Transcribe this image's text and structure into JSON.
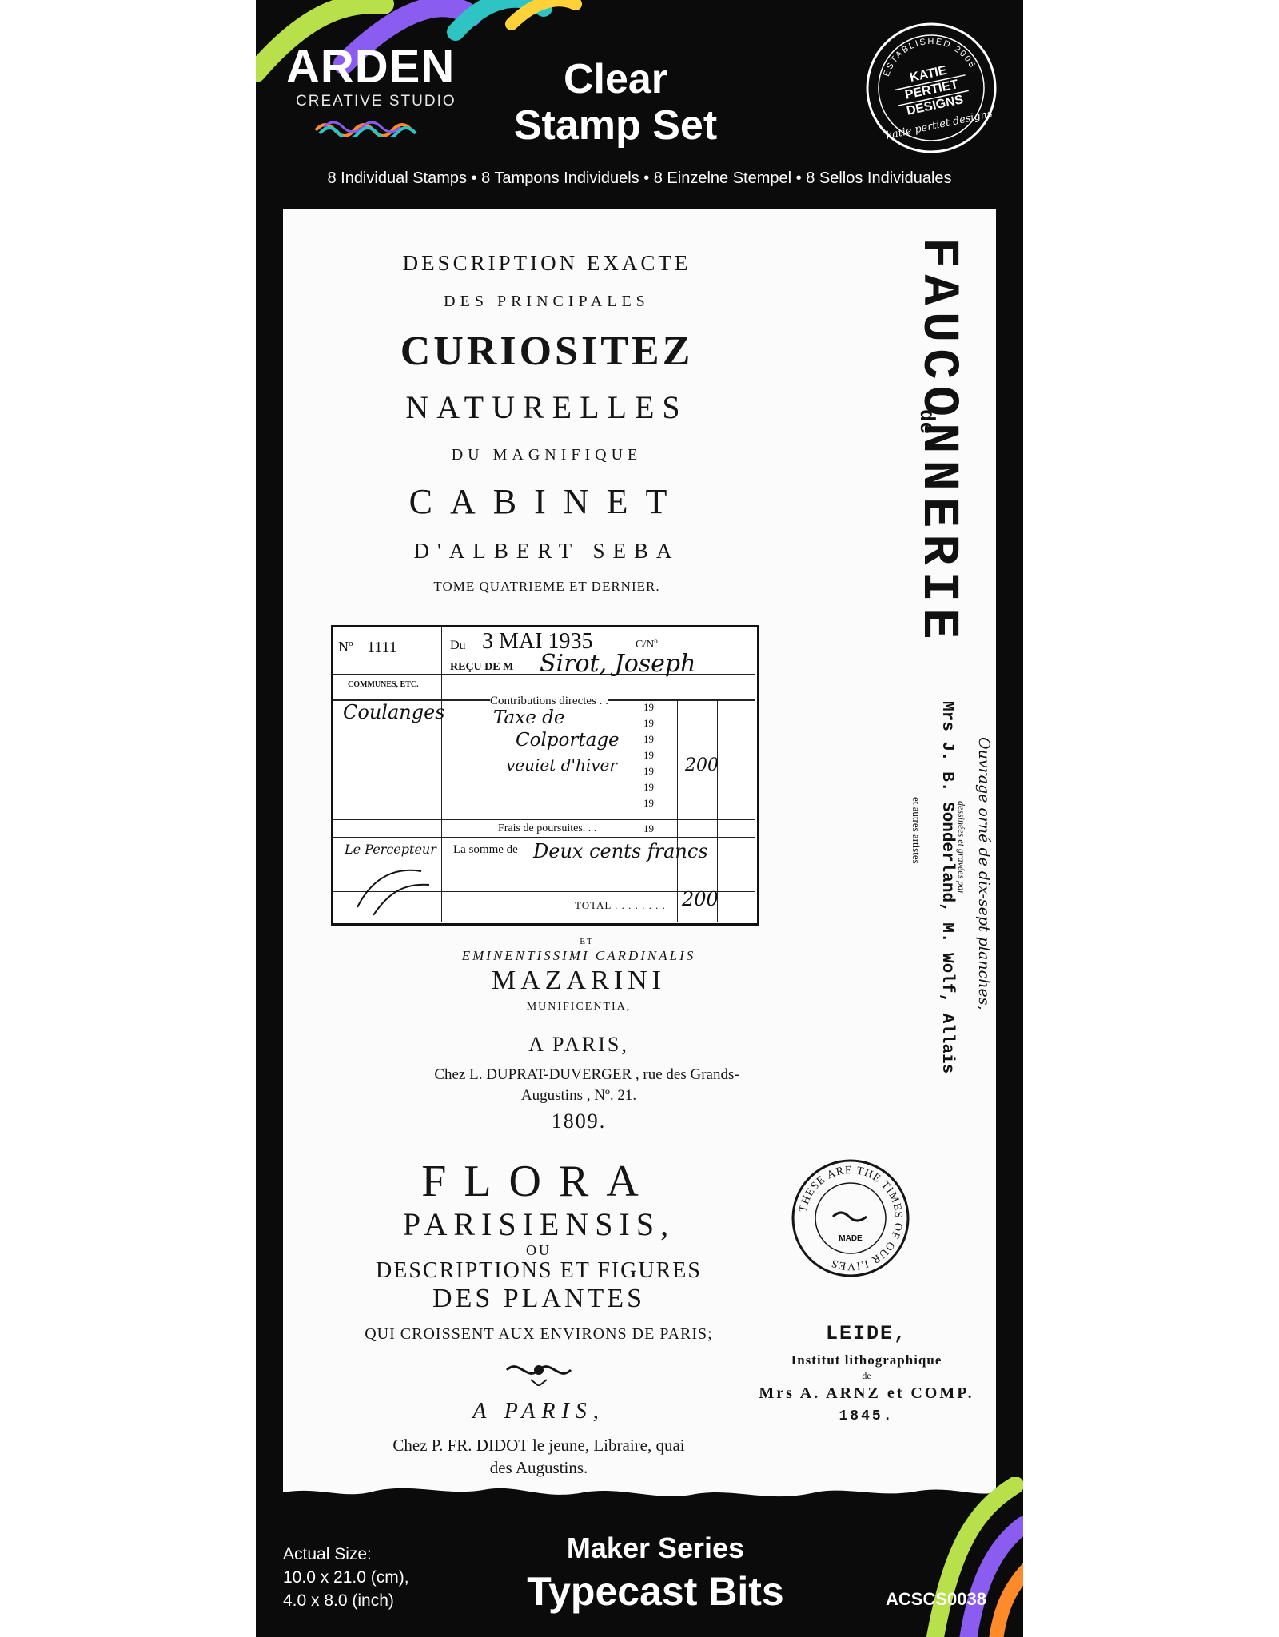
{
  "brand": {
    "name": "ARDEN",
    "subtitle": "CREATIVE STUDIO"
  },
  "header": {
    "title_line1": "Clear",
    "title_line2": "Stamp Set",
    "stamp_count": "8 Individual Stamps • 8 Tampons Individuels • 8 Einzelne Stempel • 8 Sellos Individuales"
  },
  "seal": {
    "top_arc": "ESTABLISHED 2005",
    "line1": "KATIE",
    "line2": "PERTIET",
    "line3": "DESIGNS",
    "signature": "katie pertiet designs"
  },
  "stamps": {
    "title_page": {
      "l1": "DESCRIPTION EXACTE",
      "l2": "DES PRINCIPALES",
      "l3": "CURIOSITEZ",
      "l4": "NATURELLES",
      "l5": "DU MAGNIFIQUE",
      "l6": "CABINET",
      "l7": "D'ALBERT SEBA",
      "l8": "TOME QUATRIEME ET DERNIER."
    },
    "receipt": {
      "number_label": "Nº",
      "number": "1111",
      "du_label": "Du",
      "date": "3 MAI 1935",
      "cn_label": "C/Nº",
      "recu_label": "REÇU DE M",
      "payer": "Sirot, Joseph",
      "communes_label": "COMMUNES, ETC.",
      "commune": "Coulanges",
      "contrib_label": "Contributions directes . .",
      "line_a": "Taxe de",
      "line_b": "Colportage",
      "line_c": "veuiet d'hiver",
      "year_prefix": "19",
      "amount": "200",
      "frais_label": "Frais de poursuites. . .",
      "somme_label": "La somme de",
      "somme_value": "Deux cents francs",
      "total_label": "TOTAL . . . . . . . .",
      "total_value": "200",
      "signature": "Le Percepteur"
    },
    "vertical_title": "FAUCONNERIE",
    "vertical_de": "de",
    "imprint_vertical": {
      "l1": "Ouvrage orné de dix-sept planches,",
      "l2": "dessinées et gravées par",
      "l3": "Mrs J. B. Sonderland, M. Wolf, Allais",
      "l4": "et autres artistes"
    },
    "mazarini": {
      "et": "ET",
      "l1": "EMINENTISSIMI CARDINALIS",
      "l2": "MAZARINI",
      "l3": "MUNIFICENTIA,",
      "l4": "A PARIS,",
      "l5": "Chez L. DUPRAT-DUVERGER , rue des Grands-",
      "l6": "Augustins , Nº. 21.",
      "l7": "1809."
    },
    "flora": {
      "l1": "FLORA",
      "l2": "PARISIENSIS,",
      "l3": "OU",
      "l4": "DESCRIPTIONS ET FIGURES",
      "l5": "DES PLANTES",
      "l6": "QUI CROISSENT AUX ENVIRONS DE PARIS;",
      "l7": "A PARIS,",
      "l8": "Chez P. FR. DIDOT le jeune, Libraire, quai",
      "l9": "des Augustins."
    },
    "round_stamp": {
      "arc": "THESE ARE THE TIMES OF OUR LIVES",
      "center": "MADE"
    },
    "leide": {
      "l1": "LEIDE,",
      "l2": "Institut lithographique",
      "l3": "de",
      "l4": "Mrs A. ARNZ et COMP.",
      "l5": "1845."
    }
  },
  "footer": {
    "size_label": "Actual Size:",
    "size_cm": "10.0 x 21.0 (cm),",
    "size_inch": "4.0 x 8.0 (inch)",
    "series": "Maker Series",
    "product": "Typecast Bits",
    "sku": "ACSCS0038"
  },
  "colors": {
    "card": "#0b0b0b",
    "sheet": "#fbfbfb",
    "ink": "#151515",
    "accent_purple": "#8a5cf0",
    "accent_green": "#b8e04a",
    "accent_teal": "#2ec4c4",
    "accent_orange": "#ff8a2a"
  }
}
